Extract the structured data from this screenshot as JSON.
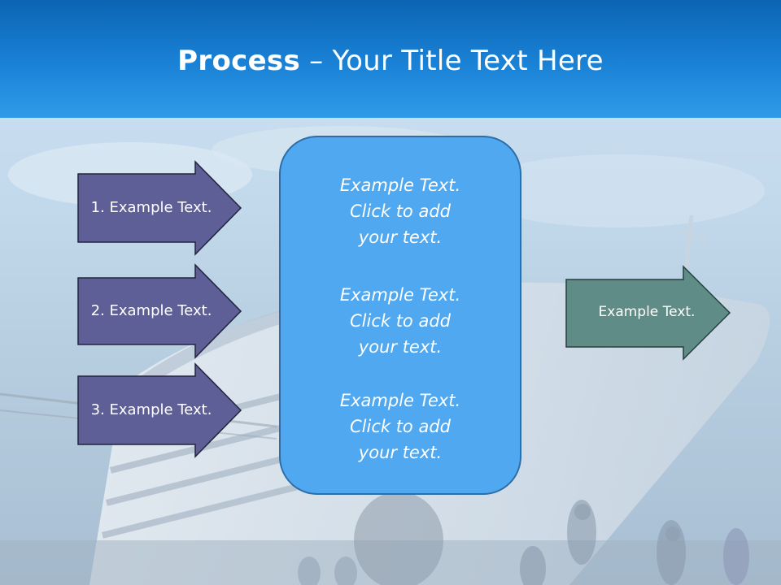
{
  "slide": {
    "title_bold": "Process",
    "title_rest": " – Your Title Text Here",
    "left_items": [
      {
        "label": "1. Example Text."
      },
      {
        "label": "2. Example Text."
      },
      {
        "label": "3. Example Text."
      }
    ],
    "center_items": [
      {
        "line1": "Example Text.",
        "line2": "Click  to add",
        "line3": "your text."
      },
      {
        "line1": "Example Text.",
        "line2": "Click  to add",
        "line3": "your text."
      },
      {
        "line1": "Example Text.",
        "line2": "Click  to add",
        "line3": "your text."
      }
    ],
    "right_item": {
      "label": "Example Text."
    }
  },
  "colors": {
    "header": "#1a82d6",
    "left_arrow": "#5e5f96",
    "center_box": "#4fa8f0",
    "right_arrow": "#5f8c86"
  }
}
